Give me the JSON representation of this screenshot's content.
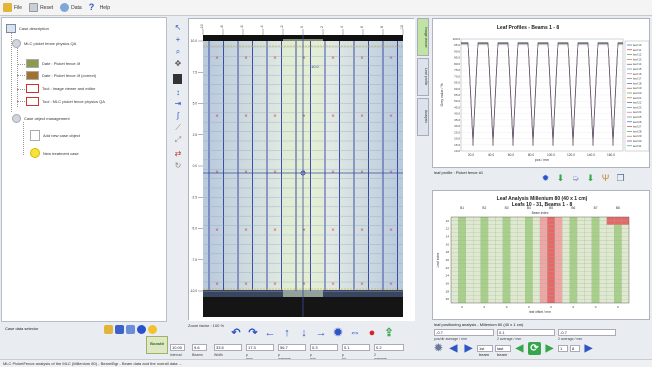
{
  "menu": [
    {
      "label": "File",
      "icon": "folder-icon",
      "color": "#e2b53a"
    },
    {
      "label": "Reset",
      "icon": "reset-icon",
      "color": "#c8cfd9"
    },
    {
      "label": "Data",
      "icon": "data-icon",
      "color": "#7fa7d6"
    },
    {
      "label": "Help",
      "icon": "help-icon",
      "color": "#2d55c4"
    }
  ],
  "tree": {
    "case_description": "Case description",
    "mlc_node": "MLC picket fence physics QA",
    "img_picket": "Date : Picket fence 4f",
    "img_picket2": "Date : Picket fence 4f (correct)",
    "tool_image": "Tool : Image viewer and editor",
    "tool_mlc": "Tool : MLC picket fence physics QA",
    "case_object_mgmt": "Case object management",
    "add_new_case": "Add new case object",
    "new_treatment": "New treatment case",
    "bottom_label": "Case data selector"
  },
  "logo": "Boostit",
  "image_view": {
    "top_ticks": [
      "-10",
      "-8",
      "-6",
      "-4",
      "-2",
      "0",
      "2",
      "4",
      "6",
      "8",
      "10"
    ],
    "left_ticks": [
      "10.0",
      "7.5",
      "5.0",
      "2.5",
      "0.0",
      "-2.5",
      "-5.0",
      "-7.5",
      "-10.0"
    ],
    "zoom_label": "Zoom factor : 100 %",
    "axis_label": "10.0"
  },
  "side_tabs": [
    "Image viewer",
    "Leaf profile",
    "Analysis"
  ],
  "profile": {
    "title": "Leaf Profiles - Beams 1 - 8",
    "footer": "leaf profile : Picket fence #1",
    "ylabel": "Grey value / %",
    "xlabel": "pos / mm"
  },
  "chart_data": [
    {
      "type": "line",
      "title": "Leaf Profiles - Beams 1 - 8",
      "xlabel": "pos / mm",
      "ylabel": "Grey value / %",
      "x_ticks": [
        "20.0",
        "40.0",
        "60.0",
        "80.0",
        "100.0",
        "120.0",
        "140.0",
        "160.0"
      ],
      "y_ticks": [
        "100.0",
        "95.0",
        "90.0",
        "85.0",
        "80.0",
        "75.0",
        "70.0",
        "65.0",
        "60.0",
        "55.0",
        "50.0",
        "45.0",
        "40.0",
        "35.0",
        "30.0",
        "25.0",
        "20.0",
        "15.0",
        "10.0"
      ],
      "ylim": [
        10,
        100
      ],
      "dip_positions": [
        22,
        42,
        62,
        82,
        102,
        122,
        142,
        162
      ],
      "legend": [
        "leaf 10",
        "leaf 11",
        "leaf 12",
        "leaf 13",
        "leaf 14",
        "leaf 15",
        "leaf 16",
        "leaf 17",
        "leaf 18",
        "leaf 19",
        "leaf 20",
        "leaf 21",
        "leaf 22",
        "leaf 23",
        "leaf 24",
        "leaf 25",
        "leaf 26",
        "leaf 27",
        "leaf 28",
        "leaf 29",
        "leaf 30",
        "leaf 31"
      ]
    },
    {
      "type": "heatmap",
      "title": "Leaf Analysis Millenium 80 (40 x 1 cm)",
      "subtitle": "Leafs 10 - 31, Beams 1 - 8",
      "col_groups": [
        "B1",
        "B2",
        "B3",
        "B4",
        "B5",
        "B6",
        "B7",
        "B8"
      ],
      "row_labels": [
        "10",
        "12",
        "14",
        "16",
        "18",
        "20",
        "22",
        "24",
        "26",
        "28",
        "30"
      ],
      "xlabel": "leaf offset / mm",
      "ylabel": "Leaf index",
      "red_groups": [
        4
      ],
      "red_cells": [
        [
          0,
          7
        ]
      ]
    }
  ],
  "heat": {
    "title1": "Leaf Analysis Millenium 80 (40 x 1 cm)",
    "title2": "Leafs 10 - 31, Beams 1 - 8",
    "top_label": "Beam index",
    "xlabel": "leaf offset / mm"
  },
  "analysis": {
    "label": "leaf positioning analysis - Millenium 80 (40 x 1 cm)",
    "fields": [
      {
        "value": "-0.7",
        "label": "pos/dir average / mm"
      },
      {
        "value": "0.1",
        "label": "2 average / mm"
      },
      {
        "value": "-0.7",
        "label": "2 average / mm"
      }
    ]
  },
  "bottom_fields": [
    {
      "value": "10.00",
      "label": "Interval"
    },
    {
      "value": "9.6",
      "label": "Beams"
    },
    {
      "value": "33.5",
      "label": "Width"
    },
    {
      "value": "17.3",
      "label": "p max"
    },
    {
      "value": "56.7",
      "label": "p average"
    },
    {
      "value": "0.3",
      "label": "p min"
    },
    {
      "value": "0.1",
      "label": "p tol"
    },
    {
      "value": "0.2",
      "label": "2 average"
    }
  ],
  "right_nav": {
    "box1": "1st beam",
    "box2": "last beam",
    "box3": "1",
    "box4": "8"
  },
  "status": "MLC PicketFence analysis of the MLC (Millenium 80) - Beam/Bgr - Beam data and the overall data ..."
}
